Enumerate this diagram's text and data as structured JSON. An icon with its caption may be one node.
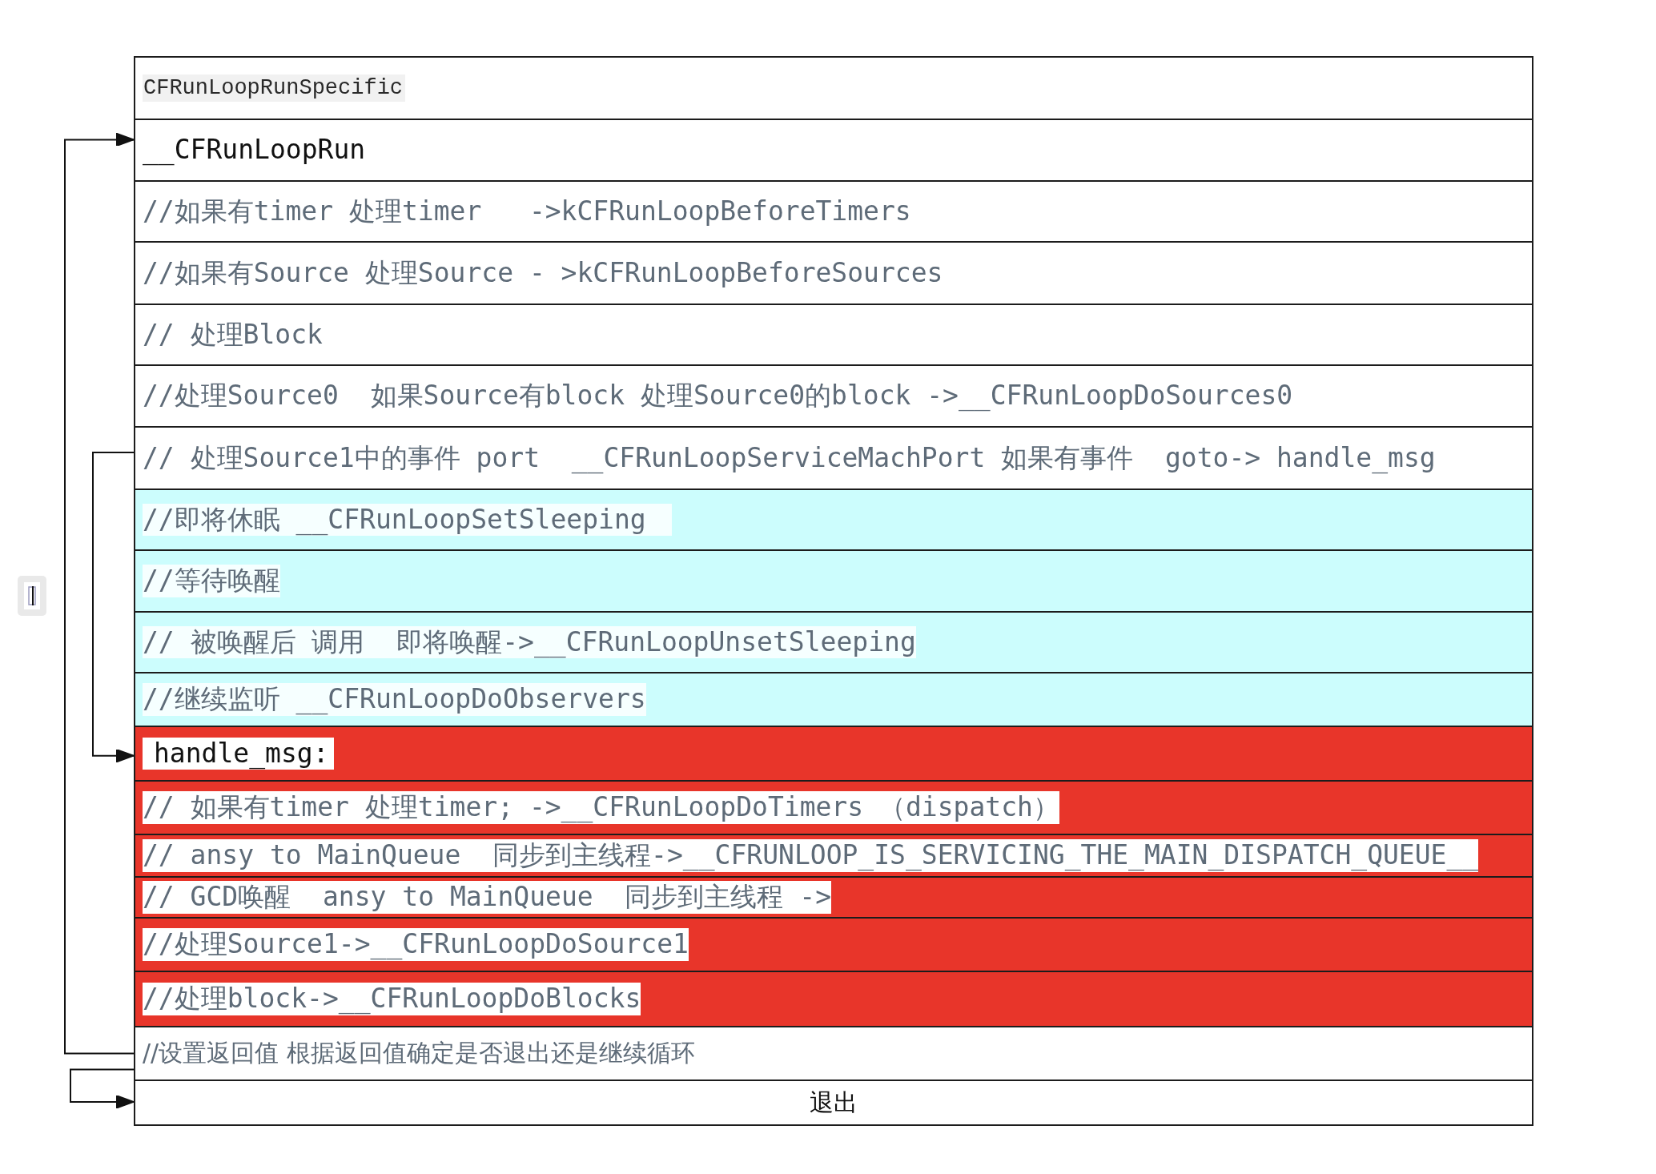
{
  "diagram": {
    "nodes": [
      {
        "text": [
          "CFRunLoopRunSpecific"
        ]
      },
      {
        "text": [
          "__CFRunLoopRun"
        ]
      },
      {
        "text": [
          "//如果有timer 处理timer   ->kCFRunLoopBeforeTimers"
        ]
      },
      {
        "text": [
          "//如果有Source 处理Source - >kCFRunLoopBeforeSources"
        ]
      },
      {
        "text": [
          "// 处理Block"
        ]
      },
      {
        "text": [
          "//处理Source0  如果Source有block 处理Source0的block ->__CFRunLoopDoSources0"
        ]
      },
      {
        "text": [
          "// 处理Source1中的事件 port  __CFRunLoopServiceMachPort 如果有事件  goto-> handle_msg"
        ]
      },
      {
        "text": [
          "//即将休眠 __CFRunLoopSetSleeping"
        ]
      },
      {
        "text": [
          "//等待唤醒"
        ]
      },
      {
        "text": [
          "// 被唤醒后 调用  即将唤醒->__CFRunLoopUnsetSleeping"
        ]
      },
      {
        "text": [
          "//继续监听 __CFRunLoopDoObservers"
        ]
      },
      {
        "text": [
          "handle_msg:"
        ]
      },
      {
        "text": [
          "// 如果有timer 处理timer; ->__CFRunLoopDoTimers （dispatch）"
        ]
      },
      {
        "text": [
          "// ansy to MainQueue  同步到主线程->__CFRUNLOOP_IS_SERVICING_THE_MAIN_DISPATCH_QUEUE__"
        ]
      },
      {
        "text": [
          "// GCD唤醒  ansy to MainQueue  同步到主线程 ->"
        ]
      },
      {
        "text": [
          "//处理Source1->__CFRunLoopDoSource1"
        ]
      },
      {
        "text": [
          "//处理block->__CFRunLoopDoBlocks"
        ]
      },
      {
        "text": [
          "//设置返回值 根据返回值确定是否退出还是继续循环"
        ]
      },
      {
        "text": [
          "退出"
        ]
      }
    ],
    "edges": [
      {
        "from": 17,
        "to": 1,
        "arrow": "to"
      },
      {
        "from": 6,
        "to": 11,
        "arrow": "to"
      },
      {
        "from": 17,
        "to": 18,
        "arrow": "to"
      }
    ]
  }
}
